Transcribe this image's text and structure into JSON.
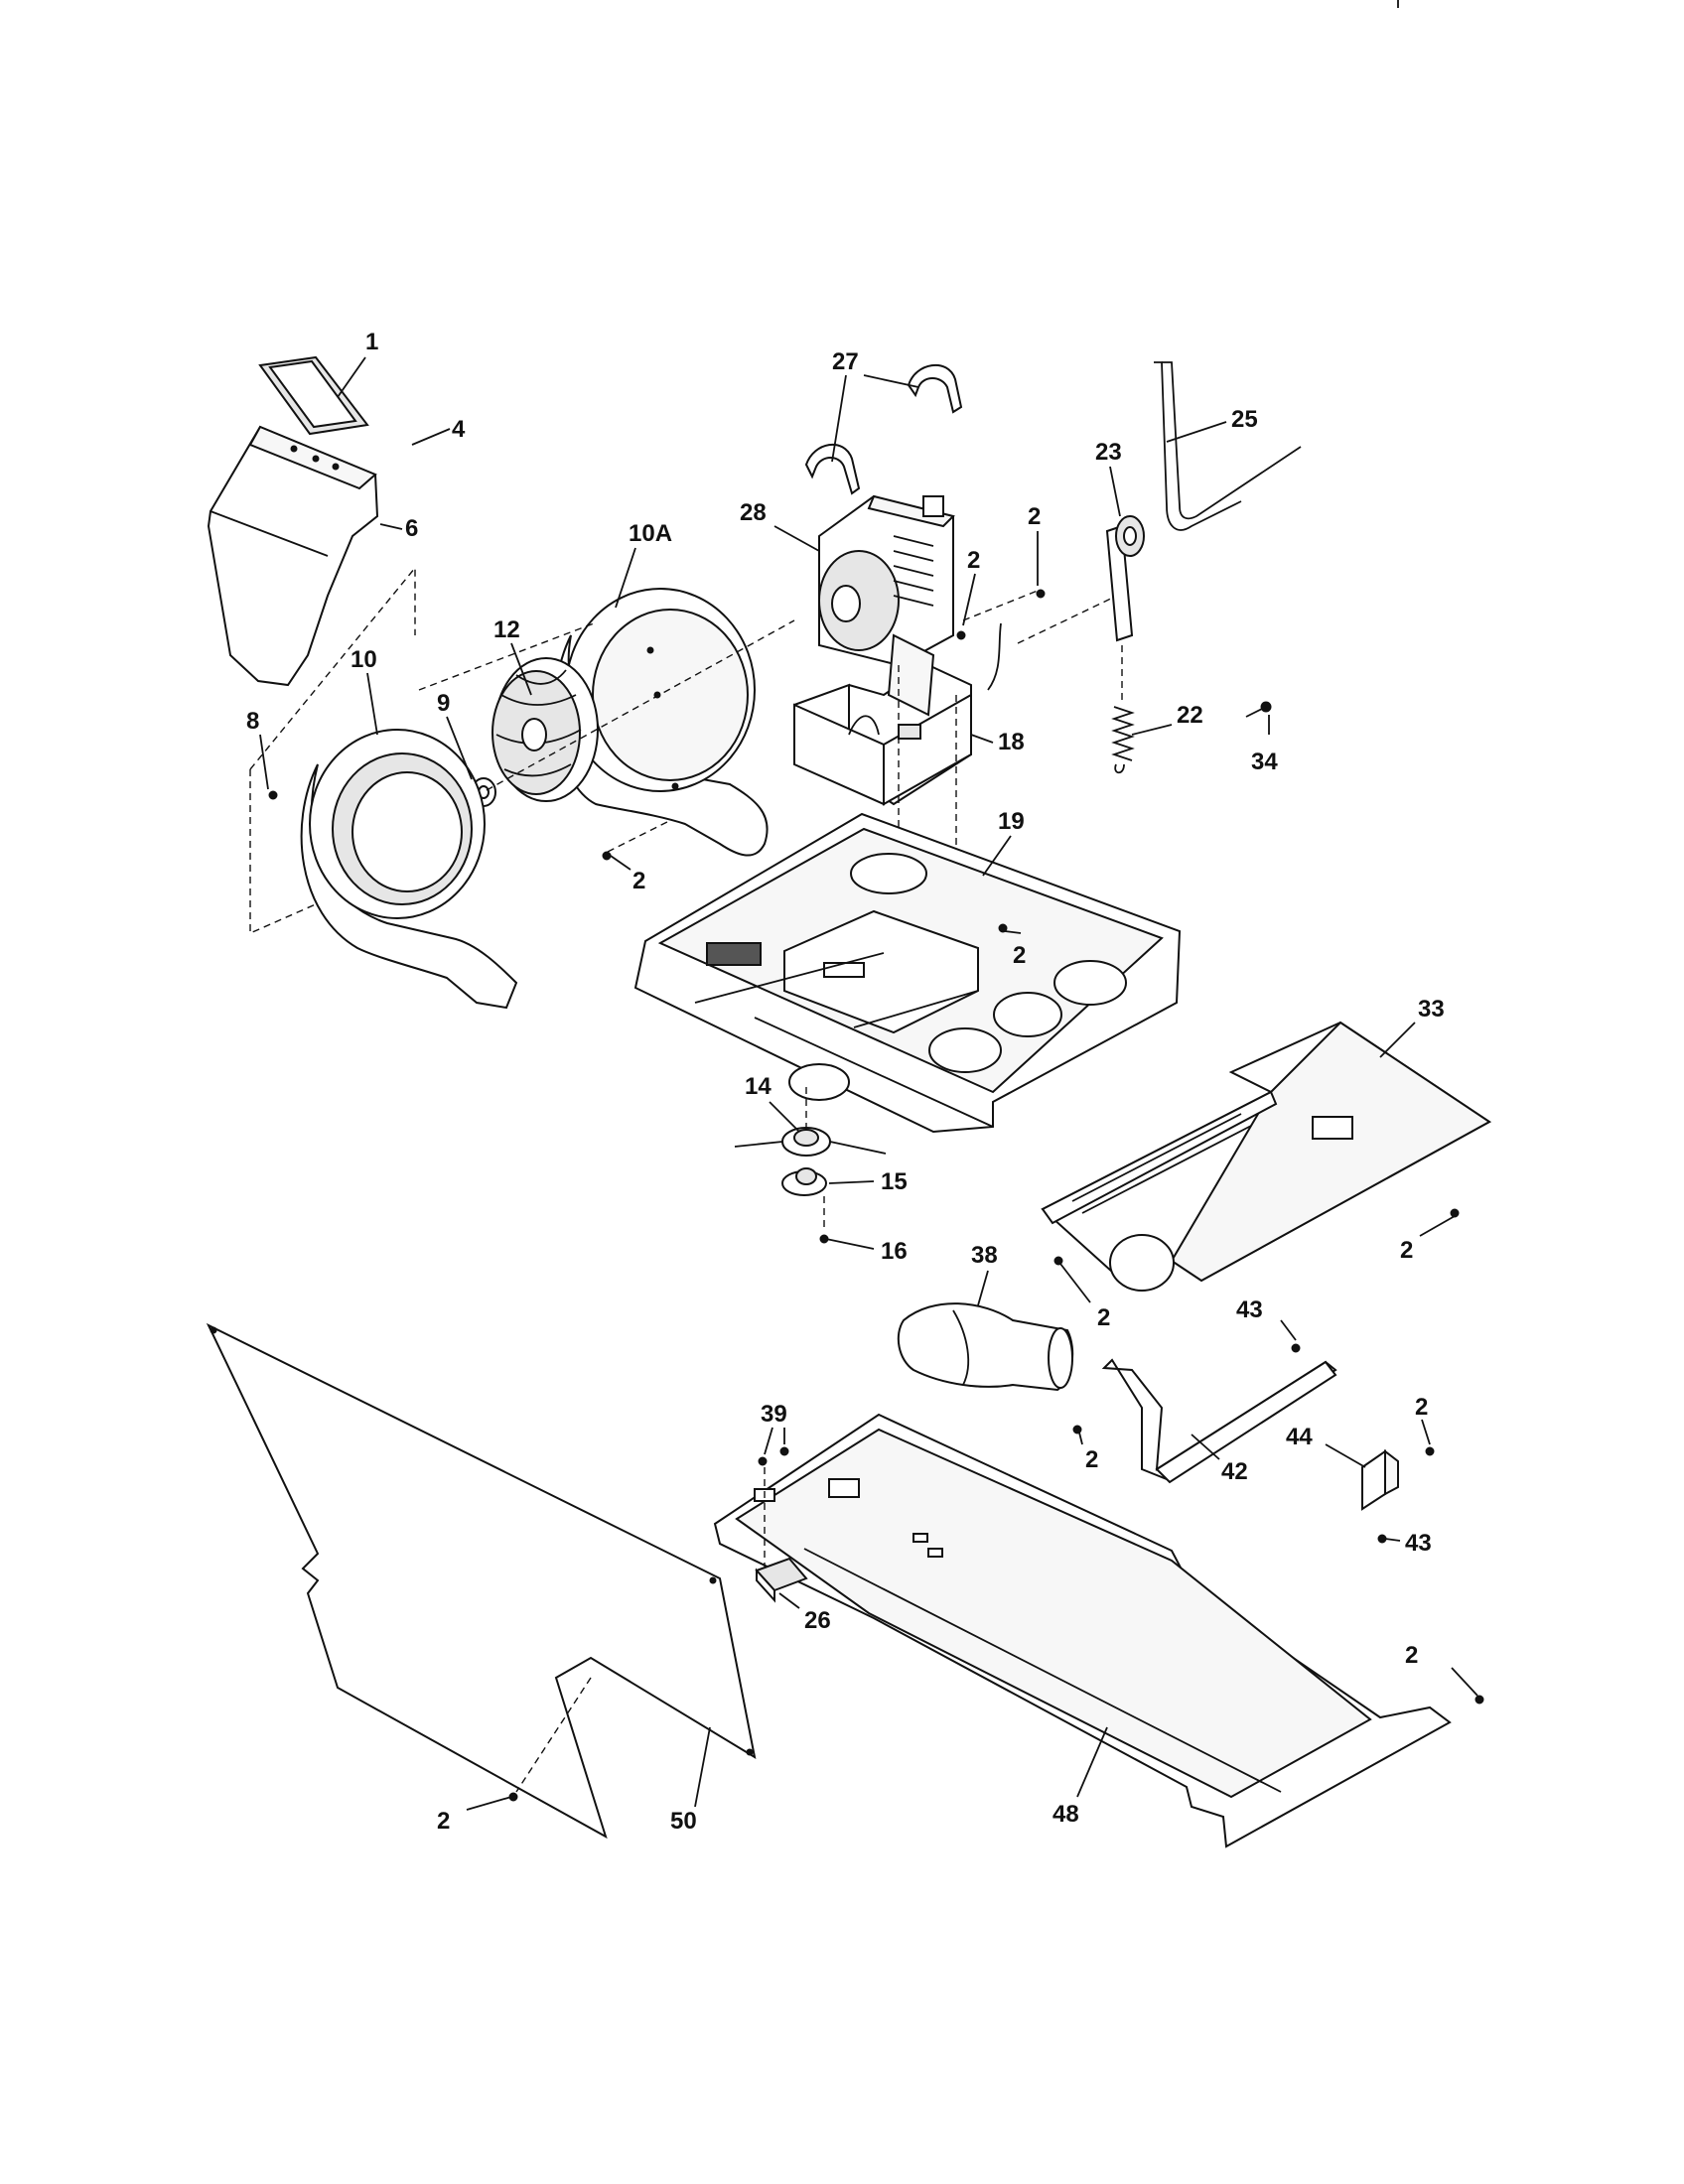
{
  "diagram": {
    "labels": [
      {
        "id": "p1",
        "text": "1"
      },
      {
        "id": "p4",
        "text": "4"
      },
      {
        "id": "p6",
        "text": "6"
      },
      {
        "id": "p10A",
        "text": "10A"
      },
      {
        "id": "p12",
        "text": "12"
      },
      {
        "id": "p10",
        "text": "10"
      },
      {
        "id": "p9",
        "text": "9"
      },
      {
        "id": "p8",
        "text": "8"
      },
      {
        "id": "p2a",
        "text": "2"
      },
      {
        "id": "p27",
        "text": "27"
      },
      {
        "id": "p28",
        "text": "28"
      },
      {
        "id": "p2b",
        "text": "2"
      },
      {
        "id": "p2c",
        "text": "2"
      },
      {
        "id": "p18",
        "text": "18"
      },
      {
        "id": "p23",
        "text": "23"
      },
      {
        "id": "p25",
        "text": "25"
      },
      {
        "id": "p22",
        "text": "22"
      },
      {
        "id": "p34",
        "text": "34"
      },
      {
        "id": "p19",
        "text": "19"
      },
      {
        "id": "p2d",
        "text": "2"
      },
      {
        "id": "p14",
        "text": "14"
      },
      {
        "id": "p15",
        "text": "15"
      },
      {
        "id": "p16",
        "text": "16"
      },
      {
        "id": "p33",
        "text": "33"
      },
      {
        "id": "p2e",
        "text": "2"
      },
      {
        "id": "p38",
        "text": "38"
      },
      {
        "id": "p2f",
        "text": "2"
      },
      {
        "id": "p43a",
        "text": "43"
      },
      {
        "id": "p39",
        "text": "39"
      },
      {
        "id": "p2g",
        "text": "2"
      },
      {
        "id": "p44",
        "text": "44"
      },
      {
        "id": "p2h",
        "text": "2"
      },
      {
        "id": "p42",
        "text": "42"
      },
      {
        "id": "p43b",
        "text": "43"
      },
      {
        "id": "p26",
        "text": "26"
      },
      {
        "id": "p2i",
        "text": "2"
      },
      {
        "id": "p48",
        "text": "48"
      },
      {
        "id": "p2j",
        "text": "2"
      },
      {
        "id": "p50",
        "text": "50"
      }
    ]
  }
}
